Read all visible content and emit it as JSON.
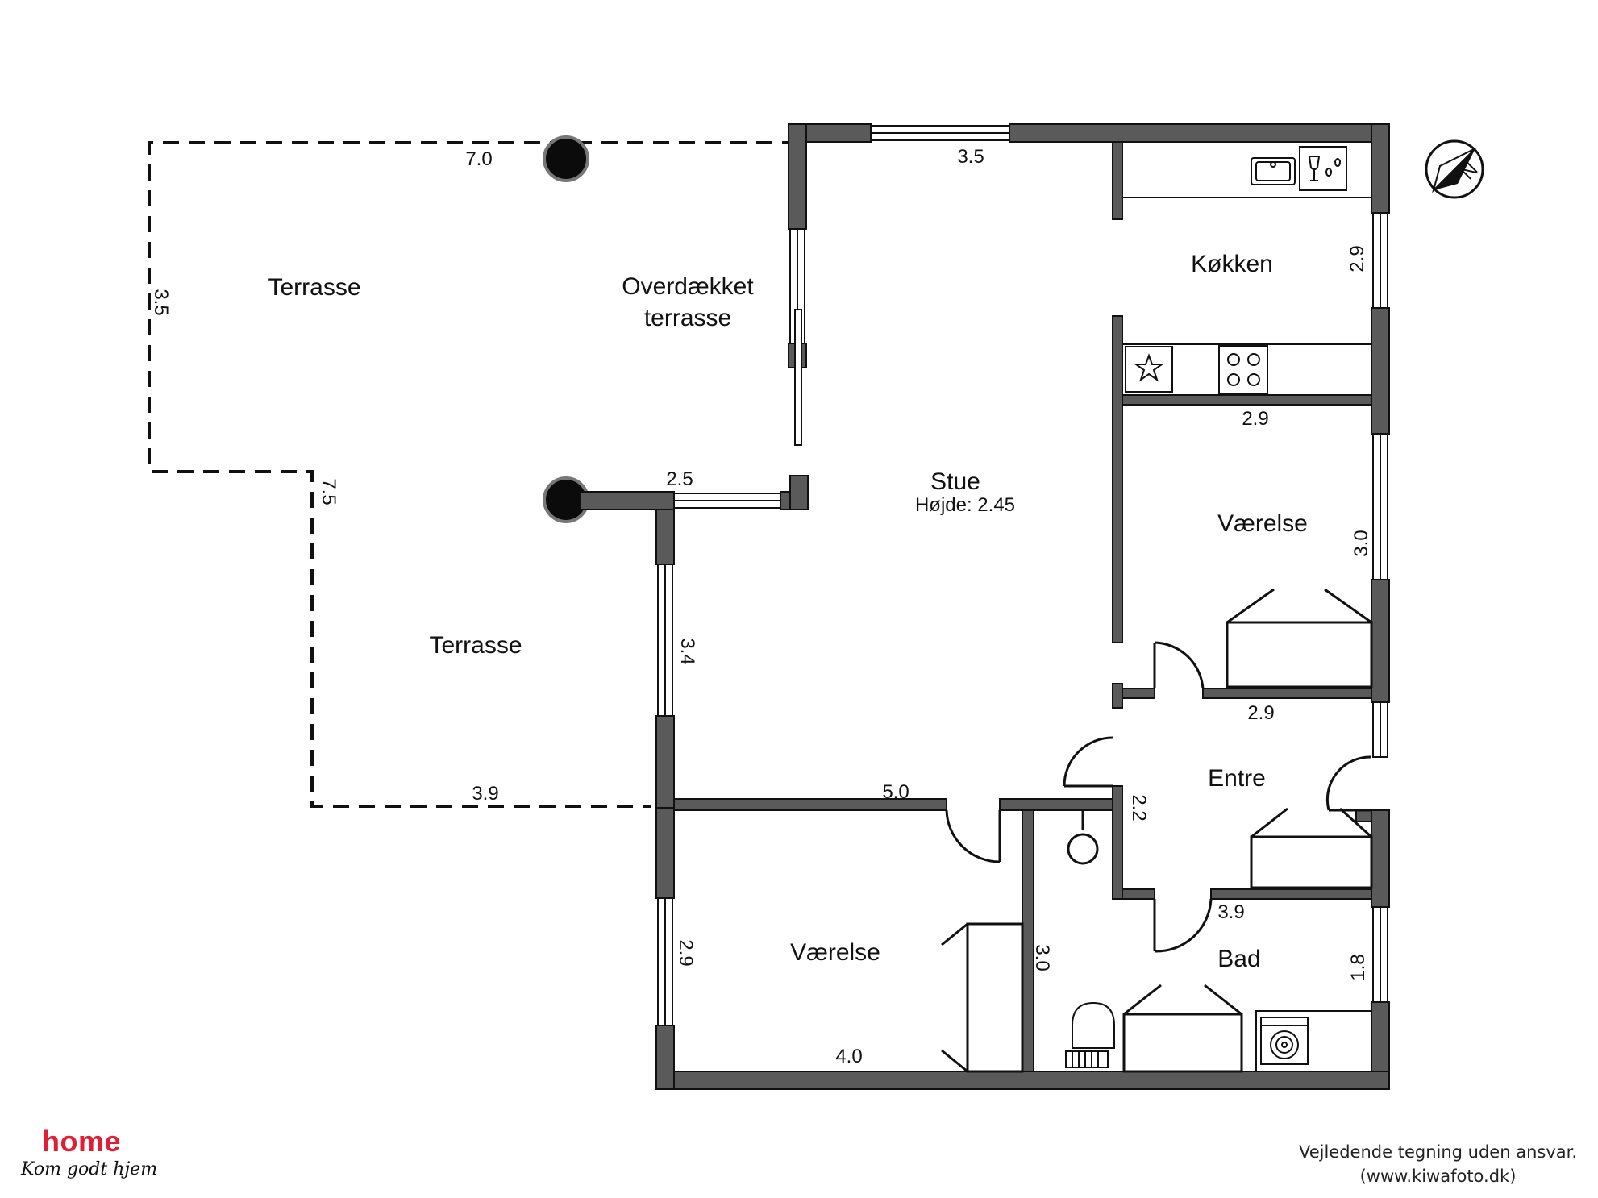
{
  "rooms": {
    "terrasse_top": "Terrasse",
    "overdaekket_line1": "Overdækket",
    "overdaekket_line2": "terrasse",
    "koekken": "Køkken",
    "stue": "Stue",
    "stue_height": "Højde: 2.45",
    "vaerelse_right": "Værelse",
    "terrasse_bottom": "Terrasse",
    "entre": "Entre",
    "vaerelse_bottom": "Værelse",
    "bad": "Bad"
  },
  "dimensions": {
    "terrasse_top_width": "7.0",
    "terrasse_height": "3.5",
    "terrasse_step": "7.5",
    "terrasse_bottom_width": "3.9",
    "stue_window_top": "3.5",
    "stue_window_left": "2.5",
    "stue_wall_left": "3.4",
    "stue_wall_bottom": "5.0",
    "koekken_right": "2.9",
    "koekken_bottom": "2.9",
    "vaerelse_right_height": "3.0",
    "vaerelse_right_bottom": "2.9",
    "entre_left": "2.2",
    "bad_top": "3.9",
    "bad_right": "1.8",
    "wc_left": "3.0",
    "vaerelse_bottom_left": "2.9",
    "vaerelse_bottom_width": "4.0"
  },
  "logo": {
    "name": "home",
    "slogan": "Kom godt hjem"
  },
  "footer": {
    "line1": "Vejledende tegning uden ansvar.",
    "line2": "(www.kiwafoto.dk)"
  },
  "compass": {
    "label": "N"
  },
  "colors": {
    "wall": "#5a5a5a",
    "brand": "#e01e35"
  }
}
